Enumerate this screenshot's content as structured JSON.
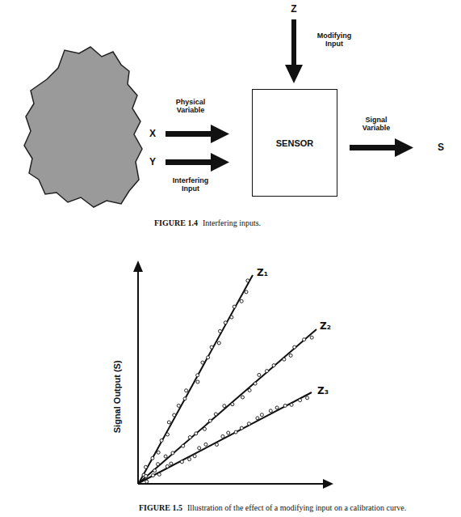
{
  "diagram": {
    "nodes": [
      {
        "text": [
          "SENSOR"
        ]
      }
    ],
    "labels": [
      "Z",
      "Modifying Input",
      "Physical Variable",
      "X",
      "Y",
      "Interfering Input",
      "Signal Variable",
      "S",
      "FIGURE 1.4",
      "Interfering inputs.",
      "Z₁",
      "Z₂",
      "Z₃",
      "Signal Output (S)",
      "FIGURE 1.5",
      "Illustration of the effect of a modifying input on a calibration curve."
    ]
  }
}
